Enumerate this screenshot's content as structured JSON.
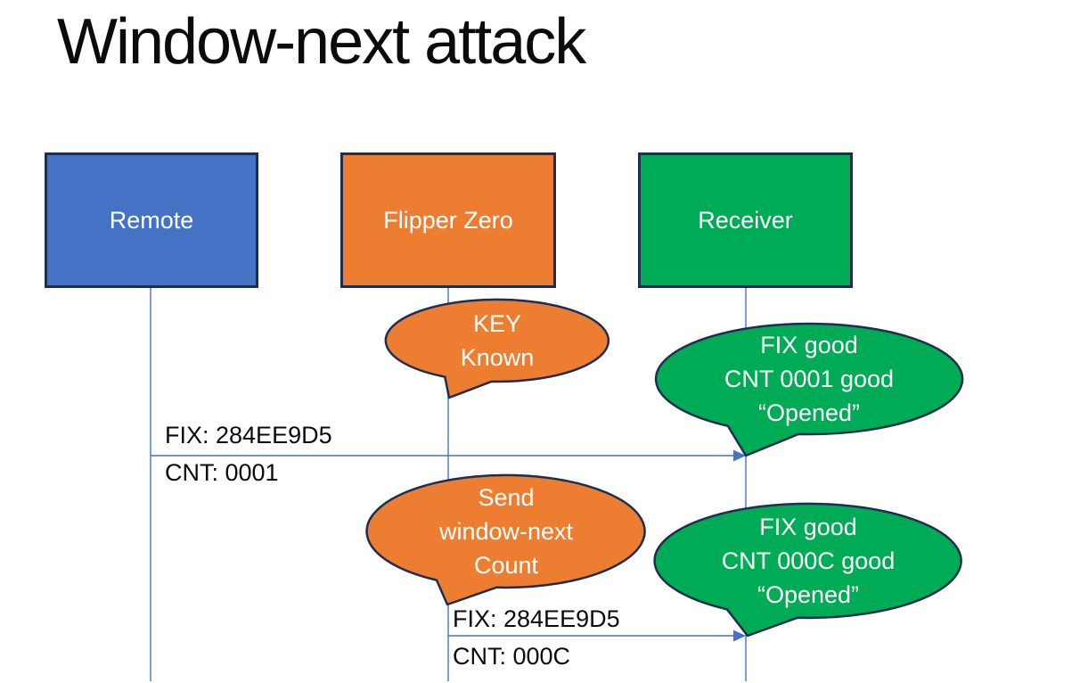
{
  "title": "Window-next attack",
  "colors": {
    "actor_remote_fill": "#4472C4",
    "actor_flipper_fill": "#ED7D31",
    "actor_receiver_fill": "#00AB55",
    "shape_outline": "#1d2e52",
    "connector_blue": "#4472C4",
    "text_on_shapes": "#ffffff",
    "label_text": "#0b0b0b"
  },
  "actors": [
    {
      "id": "remote",
      "label": "Remote",
      "fill": "#4472C4"
    },
    {
      "id": "flipper-zero",
      "label": "Flipper Zero",
      "fill": "#ED7D31"
    },
    {
      "id": "receiver",
      "label": "Receiver",
      "fill": "#00AB55"
    }
  ],
  "callouts": [
    {
      "id": "key-known",
      "actor": "flipper-zero",
      "fill": "#ED7D31",
      "lines": [
        "KEY",
        "Known"
      ]
    },
    {
      "id": "receiver-open-1",
      "actor": "receiver",
      "fill": "#00AB55",
      "lines": [
        "FIX good",
        "CNT 0001 good",
        "“Opened”"
      ]
    },
    {
      "id": "send-window-next",
      "actor": "flipper-zero",
      "fill": "#ED7D31",
      "lines": [
        "Send",
        "window-next",
        "Count"
      ]
    },
    {
      "id": "receiver-open-2",
      "actor": "receiver",
      "fill": "#00AB55",
      "lines": [
        "FIX good",
        "CNT 000C good",
        "“Opened”"
      ]
    }
  ],
  "messages": [
    {
      "id": "msg-1",
      "from": "Remote",
      "to": "Receiver",
      "line1": "FIX: 284EE9D5",
      "line2": "CNT: 0001"
    },
    {
      "id": "msg-2",
      "from": "Flipper Zero",
      "to": "Receiver",
      "line1": "FIX: 284EE9D5",
      "line2": "CNT: 000C"
    }
  ]
}
